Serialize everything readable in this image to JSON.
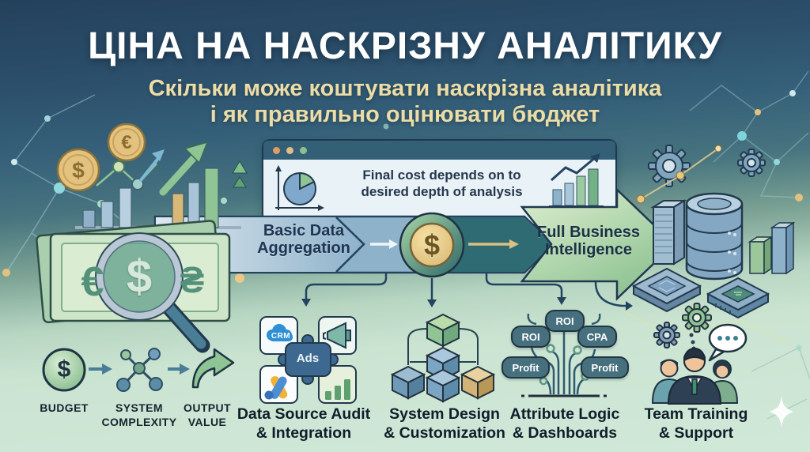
{
  "header": {
    "title": "ЦІНА НА НАСКРІЗНУ АНАЛІТИКУ",
    "subtitle_line1": "Скільки може коштувати наскрізна аналітика",
    "subtitle_line2": "і як правильно оцінювати бюджет"
  },
  "window_card": {
    "message_line1": "Final cost depends on to",
    "message_line2": "desired depth of analysis"
  },
  "flow": {
    "stage_basic_line1": "Basic Data",
    "stage_basic_line2": "Aggregation",
    "coin_symbol": "$",
    "stage_full_line1": "Full Business",
    "stage_full_line2": "Intelligence"
  },
  "money": {
    "euro": "€",
    "dollar": "$",
    "hryvnia": "₴",
    "coin_euro": "€",
    "coin_dollar": "$"
  },
  "mini_flow": {
    "budget": {
      "symbol": "$",
      "label": "BUDGET"
    },
    "system": {
      "label_line1": "SYSTEM",
      "label_line2": "COMPLEXITY"
    },
    "output": {
      "label_line1": "OUTPUT",
      "label_line2": "VALUE"
    }
  },
  "sections": [
    {
      "title_line1": "Data Source Audit",
      "title_line2": "& Integration",
      "badge_crm": "CRM",
      "badge_ads": "Ads"
    },
    {
      "title_line1": "System Design",
      "title_line2": "& Customization"
    },
    {
      "title_line1": "Attribute Logic",
      "title_line2": "& Dashboards",
      "pills": [
        "ROI",
        "ROI",
        "CPA",
        "Profit",
        "Profit"
      ]
    },
    {
      "title_line1": "Team Training",
      "title_line2": "& Support"
    }
  ],
  "icons": [
    "euro-coin",
    "dollar-coin",
    "magnifier",
    "banknote",
    "pie-chart",
    "growth-bars",
    "browser-window",
    "puzzle-pieces",
    "megaphone",
    "google-ads-logo",
    "crm-cloud",
    "cubes-hierarchy",
    "kpi-tree",
    "team-people",
    "gear",
    "speech-bubble",
    "database",
    "server-tower",
    "chip",
    "network-nodes",
    "sparkle"
  ],
  "colors": {
    "bg_top": "#2b4a63",
    "bg_bottom": "#cfe7d6",
    "accent_gold": "#e8c87f",
    "band_blue": "#8fb2cb",
    "band_teal": "#2f6b72",
    "arrow_green": "#a9d29c",
    "pill": "#47707f",
    "subtitle": "#ecdca6",
    "dark_line": "#23445f"
  }
}
